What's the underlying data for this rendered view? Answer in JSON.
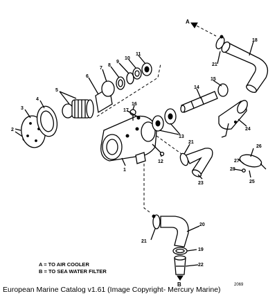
{
  "caption": "European Marine Catalog v1.61 (Image Copyright- Mercury Marine)",
  "drawing_code": "2069",
  "flow_markers": {
    "a": "A",
    "b": "B"
  },
  "legend": [
    "A = TO AIR COOLER",
    "B = TO SEA WATER FILTER"
  ],
  "callouts": [
    "1",
    "2",
    "3",
    "4",
    "5",
    "6",
    "7",
    "8",
    "9",
    "10",
    "11",
    "12",
    "13",
    "14",
    "15",
    "16",
    "17",
    "18",
    "19",
    "20",
    "21",
    "21",
    "21",
    "22",
    "23",
    "24",
    "25",
    "26",
    "27",
    "28"
  ]
}
